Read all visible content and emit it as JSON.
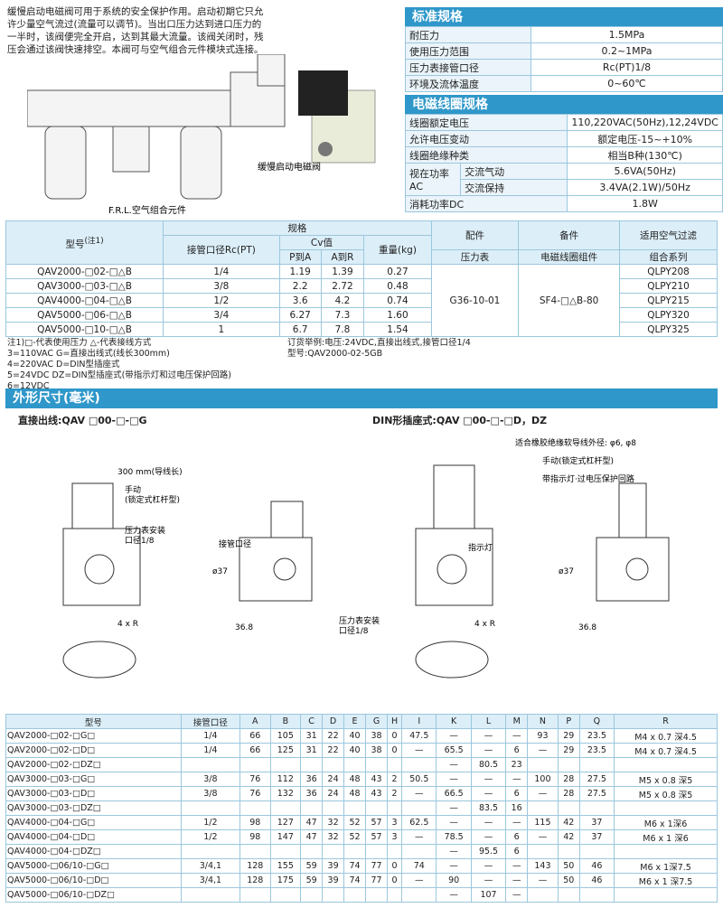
{
  "intro": "缓慢启动电磁阀可用于系统的安全保护作用。启动初期它只允许少量空气流过(流量可以调节)。当出口压力达到进口压力的一半时，该阀便完全开启，达到其最大流量。该阀关闭时，残压会通过该阀快速排空。本阀可与空气组合元件模块式连接。",
  "figure_labels": {
    "frl": "F.R.L.空气组合元件",
    "valve": "缓慢启动电磁阀"
  },
  "standard": {
    "title": "标准规格",
    "rows": [
      {
        "k": "耐压力",
        "v": "1.5MPa"
      },
      {
        "k": "使用压力范围",
        "v": "0.2~1MPa"
      },
      {
        "k": "压力表接管口径",
        "v": "Rc(PT)1/8"
      },
      {
        "k": "环境及流体温度",
        "v": "0~60℃"
      }
    ]
  },
  "coil": {
    "title": "电磁线圈规格",
    "rated_k": "线圈额定电压",
    "rated_v": "110,220VAC(50Hz),12,24VDC",
    "var_k": "允许电压变动",
    "var_v": "额定电压-15~+10%",
    "ins_k": "线圈绝缘种类",
    "ins_v": "相当B种(130℃)",
    "ac_k": "视在功率 AC",
    "ac1_k": "交流气动",
    "ac1_v": "5.6VA(50Hz)",
    "ac2_k": "交流保持",
    "ac2_v": "3.4VA(2.1W)/50Hz",
    "dc_k": "消耗功率DC",
    "dc_v": "1.8W"
  },
  "model_table": {
    "h_model": "型号",
    "h_model_note": "(注1)",
    "h_spec": "规格",
    "h_port": "接管口径Rc(PT)",
    "h_cv": "Cv值",
    "h_pa": "P到A",
    "h_ar": "A到R",
    "h_weight": "重量(kg)",
    "h_acc": "配件",
    "h_gauge": "压力表",
    "h_spare": "备件",
    "h_coil": "电磁线圈组件",
    "h_frl": "适用空气过滤",
    "h_frl2": "组合系列",
    "gauge": "G36-10-01",
    "coil_kit": "SF4-□△B-80",
    "rows": [
      {
        "m": "QAV2000-□02-□△B",
        "p": "1/4",
        "pa": "1.19",
        "ar": "1.39",
        "w": "0.27",
        "f": "QLPY208"
      },
      {
        "m": "QAV3000-□03-□△B",
        "p": "3/8",
        "pa": "2.2",
        "ar": "2.72",
        "w": "0.48",
        "f": "QLPY210"
      },
      {
        "m": "QAV4000-□04-□△B",
        "p": "1/2",
        "pa": "3.6",
        "ar": "4.2",
        "w": "0.74",
        "f": "QLPY215"
      },
      {
        "m": "QAV5000-□06-□△B",
        "p": "3/4",
        "pa": "6.27",
        "ar": "7.3",
        "w": "1.60",
        "f": "QLPY320"
      },
      {
        "m": "QAV5000-□10-□△B",
        "p": "1",
        "pa": "6.7",
        "ar": "7.8",
        "w": "1.54",
        "f": "QLPY325"
      }
    ]
  },
  "notes": {
    "n1": "注1)□-代表使用压力  △-代表接线方式",
    "n2": "3=110VAC    G=直接出线式(线长300mm)",
    "n3": "4=220VAC    D=DIN型插座式",
    "n4": "5=24VDC     DZ=DIN型插座式(带指示灯和过电压保护回路)",
    "n5": "6=12VDC",
    "o1": "订货举例:电压:24VDC,直接出线式,接管口径1/4",
    "o2": "型号:QAV2000-02-5GB"
  },
  "dims_title": "外形尺寸(毫米)",
  "direct_title": "直接出线:QAV □00-□-□G",
  "din_title": "DIN形插座式:QAV □00-□-□D，DZ",
  "drawing_labels": {
    "wire": "300 mm(导线长)",
    "manual": "手动",
    "manual2": "(锁定式杠杆型)",
    "gauge_port": "压力表安装",
    "gauge_port2": "口径1/8",
    "pipe": "接管口径",
    "rubber": "适合橡胶绝缘软导线外径: φ6, φ8",
    "manual_din": "手动(锁定式杠杆型)",
    "lamp_circuit": "带指示灯·过电压保护回路",
    "lamp": "指示灯",
    "gauge_port_din": "压力表安装",
    "gauge_port_din2": "口径1/8",
    "fourxr": "4 x R",
    "d368": "36.8",
    "d37": "ø37"
  },
  "dim_table": {
    "headers": [
      "型号",
      "接管口径",
      "A",
      "B",
      "C",
      "D",
      "E",
      "G",
      "H",
      "I",
      "K",
      "L",
      "M",
      "N",
      "P",
      "Q",
      "R"
    ],
    "rows": [
      [
        "QAV2000-□02-□G□",
        "1/4",
        "66",
        "105",
        "31",
        "22",
        "40",
        "38",
        "0",
        "47.5",
        "—",
        "—",
        "—",
        "93",
        "29",
        "23.5",
        "M4 x 0.7 深4.5"
      ],
      [
        "QAV2000-□02-□D□",
        "1/4",
        "66",
        "125",
        "31",
        "22",
        "40",
        "38",
        "0",
        "—",
        "65.5",
        "—",
        "6",
        "—",
        "29",
        "23.5",
        "M4 x 0.7 深4.5"
      ],
      [
        "QAV2000-□02-□DZ□",
        "",
        "",
        "",
        "",
        "",
        "",
        "",
        "",
        "",
        "—",
        "80.5",
        "23",
        "",
        "",
        "",
        ""
      ],
      [
        "QAV3000-□03-□G□",
        "3/8",
        "76",
        "112",
        "36",
        "24",
        "48",
        "43",
        "2",
        "50.5",
        "—",
        "—",
        "—",
        "100",
        "28",
        "27.5",
        "M5 x 0.8 深5"
      ],
      [
        "QAV3000-□03-□D□",
        "3/8",
        "76",
        "132",
        "36",
        "24",
        "48",
        "43",
        "2",
        "—",
        "66.5",
        "—",
        "6",
        "—",
        "28",
        "27.5",
        "M5 x 0.8 深5"
      ],
      [
        "QAV3000-□03-□DZ□",
        "",
        "",
        "",
        "",
        "",
        "",
        "",
        "",
        "",
        "—",
        "83.5",
        "16",
        "",
        "",
        "",
        ""
      ],
      [
        "QAV4000-□04-□G□",
        "1/2",
        "98",
        "127",
        "47",
        "32",
        "52",
        "57",
        "3",
        "62.5",
        "—",
        "—",
        "—",
        "115",
        "42",
        "37",
        "M6 x 1深6"
      ],
      [
        "QAV4000-□04-□D□",
        "1/2",
        "98",
        "147",
        "47",
        "32",
        "52",
        "57",
        "3",
        "—",
        "78.5",
        "—",
        "6",
        "—",
        "42",
        "37",
        "M6 x 1 深6"
      ],
      [
        "QAV4000-□04-□DZ□",
        "",
        "",
        "",
        "",
        "",
        "",
        "",
        "",
        "",
        "—",
        "95.5",
        "6",
        "",
        "",
        "",
        ""
      ],
      [
        "QAV5000-□06/10-□G□",
        "3/4,1",
        "128",
        "155",
        "59",
        "39",
        "74",
        "77",
        "0",
        "74",
        "—",
        "—",
        "—",
        "143",
        "50",
        "46",
        "M6 x 1深7.5"
      ],
      [
        "QAV5000-□06/10-□D□",
        "3/4,1",
        "128",
        "175",
        "59",
        "39",
        "74",
        "77",
        "0",
        "—",
        "90",
        "—",
        "—",
        "—",
        "50",
        "46",
        "M6 x 1 深7.5"
      ],
      [
        "QAV5000-□06/10-□DZ□",
        "",
        "",
        "",
        "",
        "",
        "",
        "",
        "",
        "",
        "—",
        "107",
        "—",
        "",
        "",
        "",
        ""
      ]
    ]
  }
}
